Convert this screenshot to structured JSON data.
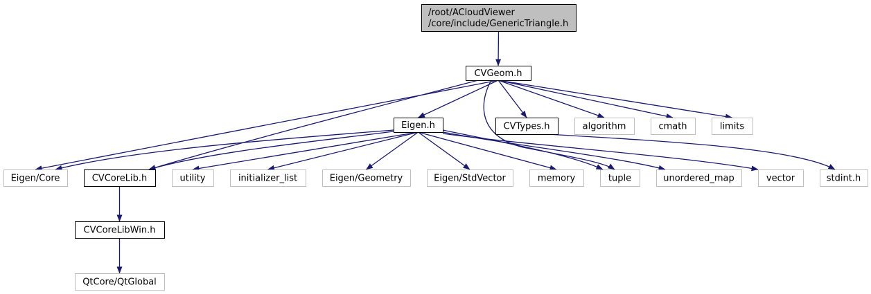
{
  "colors": {
    "edge": "#191970",
    "root_fill": "#bfbfbf",
    "internal_border": "#000000",
    "external_border": "#bfbfbf",
    "node_fill": "#ffffff"
  },
  "nodes": [
    {
      "id": "root",
      "lines": [
        "/root/ACloudViewer",
        "/core/include/GenericTriangle.h"
      ],
      "kind": "root"
    },
    {
      "id": "cvgeom",
      "lines": [
        "CVGeom.h"
      ],
      "kind": "internal"
    },
    {
      "id": "eigen",
      "lines": [
        "Eigen.h"
      ],
      "kind": "internal"
    },
    {
      "id": "cvtypes",
      "lines": [
        "CVTypes.h"
      ],
      "kind": "internal"
    },
    {
      "id": "algorithm",
      "lines": [
        "algorithm"
      ],
      "kind": "external"
    },
    {
      "id": "cmath",
      "lines": [
        "cmath"
      ],
      "kind": "external"
    },
    {
      "id": "limits",
      "lines": [
        "limits"
      ],
      "kind": "external"
    },
    {
      "id": "eigencore",
      "lines": [
        "Eigen/Core"
      ],
      "kind": "external"
    },
    {
      "id": "cvcorelib",
      "lines": [
        "CVCoreLib.h"
      ],
      "kind": "internal"
    },
    {
      "id": "utility",
      "lines": [
        "utility"
      ],
      "kind": "external"
    },
    {
      "id": "initlist",
      "lines": [
        "initializer_list"
      ],
      "kind": "external"
    },
    {
      "id": "eigengeom",
      "lines": [
        "Eigen/Geometry"
      ],
      "kind": "external"
    },
    {
      "id": "eigenstdvec",
      "lines": [
        "Eigen/StdVector"
      ],
      "kind": "external"
    },
    {
      "id": "memory",
      "lines": [
        "memory"
      ],
      "kind": "external"
    },
    {
      "id": "tuple",
      "lines": [
        "tuple"
      ],
      "kind": "external"
    },
    {
      "id": "umap",
      "lines": [
        "unordered_map"
      ],
      "kind": "external"
    },
    {
      "id": "vector",
      "lines": [
        "vector"
      ],
      "kind": "external"
    },
    {
      "id": "stdint",
      "lines": [
        "stdint.h"
      ],
      "kind": "external"
    },
    {
      "id": "cvcorelibwin",
      "lines": [
        "CVCoreLibWin.h"
      ],
      "kind": "internal"
    },
    {
      "id": "qtglobal",
      "lines": [
        "QtCore/QtGlobal"
      ],
      "kind": "external"
    }
  ],
  "edges": [
    {
      "from": "root",
      "to": "cvgeom"
    },
    {
      "from": "cvgeom",
      "to": "eigencore"
    },
    {
      "from": "cvgeom",
      "to": "cvcorelib"
    },
    {
      "from": "cvgeom",
      "to": "eigen"
    },
    {
      "from": "cvgeom",
      "to": "tuple"
    },
    {
      "from": "cvgeom",
      "to": "cvtypes"
    },
    {
      "from": "cvgeom",
      "to": "algorithm"
    },
    {
      "from": "cvgeom",
      "to": "cmath"
    },
    {
      "from": "cvgeom",
      "to": "limits"
    },
    {
      "from": "eigen",
      "to": "eigencore"
    },
    {
      "from": "eigen",
      "to": "cvcorelib"
    },
    {
      "from": "eigen",
      "to": "utility"
    },
    {
      "from": "eigen",
      "to": "initlist"
    },
    {
      "from": "eigen",
      "to": "eigengeom"
    },
    {
      "from": "eigen",
      "to": "eigenstdvec"
    },
    {
      "from": "eigen",
      "to": "memory"
    },
    {
      "from": "eigen",
      "to": "tuple"
    },
    {
      "from": "eigen",
      "to": "umap"
    },
    {
      "from": "eigen",
      "to": "vector"
    },
    {
      "from": "cvtypes",
      "to": "stdint"
    },
    {
      "from": "cvcorelib",
      "to": "cvcorelibwin"
    },
    {
      "from": "cvcorelibwin",
      "to": "qtglobal"
    }
  ]
}
